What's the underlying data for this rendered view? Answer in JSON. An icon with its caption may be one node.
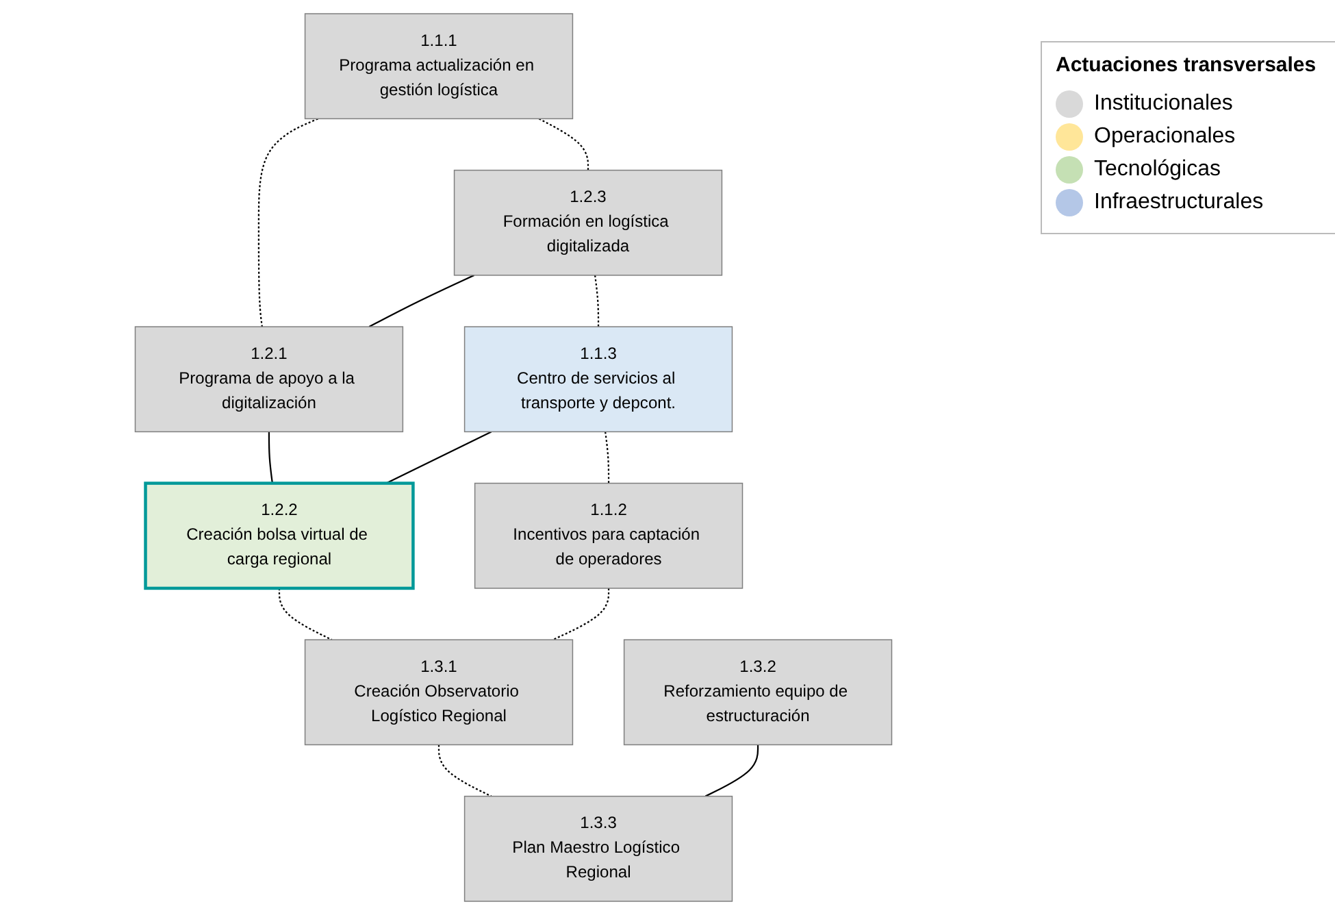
{
  "diagram": {
    "nodes": [
      {
        "text": [
          "1.1.1",
          "Programa actualización en gestión logística"
        ]
      },
      {
        "text": [
          "1.2.3",
          "Formación en logística digitalizada"
        ]
      },
      {
        "text": [
          "1.2.1",
          "Programa de apoyo a la digitalización"
        ]
      },
      {
        "text": [
          "1.1.3",
          "Centro de servicios al transporte y depcont."
        ]
      },
      {
        "text": [
          "1.2.2",
          "Creación bolsa virtual de carga regional"
        ]
      },
      {
        "text": [
          "1.3.1",
          "Creación Observatorio Logístico Regional"
        ]
      },
      {
        "text": [
          "1.1.2",
          "Incentivos para captación de operadores"
        ]
      },
      {
        "text": [
          "1.3.2",
          "Reforzamiento equipo de estructuración"
        ]
      },
      {
        "text": [
          "1.3.3",
          "Plan Maestro Logístico Regional"
        ]
      }
    ],
    "edges": [
      {
        "from": 0,
        "to": 2,
        "arrow": "none",
        "style": "dashed"
      },
      {
        "from": 0,
        "to": 1,
        "arrow": "none",
        "style": "dashed"
      },
      {
        "from": 1,
        "to": 2,
        "arrow": "none"
      },
      {
        "from": 2,
        "to": 4,
        "arrow": "none"
      },
      {
        "from": 1,
        "to": 3,
        "arrow": "none",
        "style": "dashed"
      },
      {
        "from": 3,
        "to": 4,
        "arrow": "none"
      },
      {
        "from": 4,
        "to": 5,
        "arrow": "none",
        "style": "dashed"
      },
      {
        "from": 3,
        "to": 6,
        "arrow": "none",
        "style": "dashed"
      },
      {
        "from": 6,
        "to": 5,
        "arrow": "none",
        "style": "dashed"
      },
      {
        "from": 5,
        "to": 8,
        "arrow": "none",
        "style": "dashed"
      },
      {
        "from": 7,
        "to": 8,
        "arrow": "none"
      }
    ],
    "labels": [
      "Actuaciones transversales"
    ],
    "legend": [
      {
        "text": "Institucionales",
        "color": "#d9d9d9"
      },
      {
        "text": "Operacionales",
        "color": "#ffe699"
      },
      {
        "text": "Tecnológicas",
        "color": "#c5e0b4"
      },
      {
        "text": "Infraestructurales",
        "color": "#b4c7e7"
      }
    ]
  }
}
